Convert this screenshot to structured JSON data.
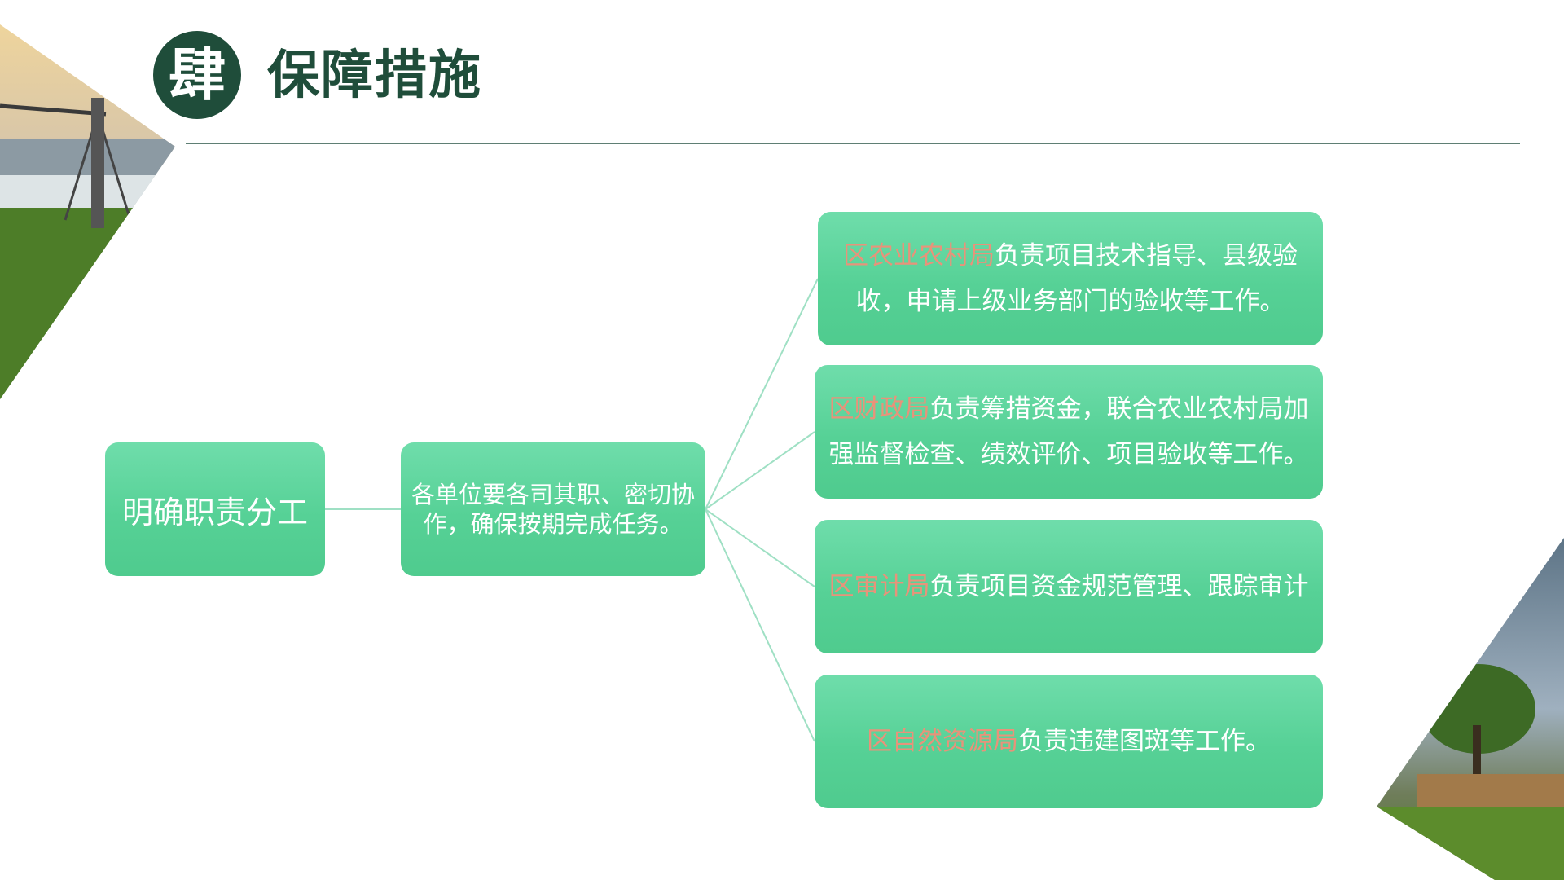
{
  "header": {
    "badge_char": "肆",
    "title": "保障措施"
  },
  "diagram": {
    "root": {
      "label": "明确职责分工"
    },
    "mid": {
      "label": "各单位要各司其职、密切协作，确保按期完成任务。"
    },
    "leaves": [
      {
        "highlight": "区农业农村局",
        "text": "负责项目技术指导、县级验收，申请上级业务部门的验收等工作。"
      },
      {
        "highlight": "区财政局",
        "text": "负责筹措资金，联合农业农村局加强监督检查、绩效评价、项目验收等工作。"
      },
      {
        "highlight": "区审计局",
        "text": "负责项目资金规范管理、跟踪审计"
      },
      {
        "highlight": "区自然资源局",
        "text": "负责违建图斑等工作。"
      }
    ]
  },
  "colors": {
    "title_dark_green": "#1f4d3a",
    "node_green": "#56d196",
    "highlight_salmon": "#e8937a",
    "connector": "#9fe0c4"
  }
}
